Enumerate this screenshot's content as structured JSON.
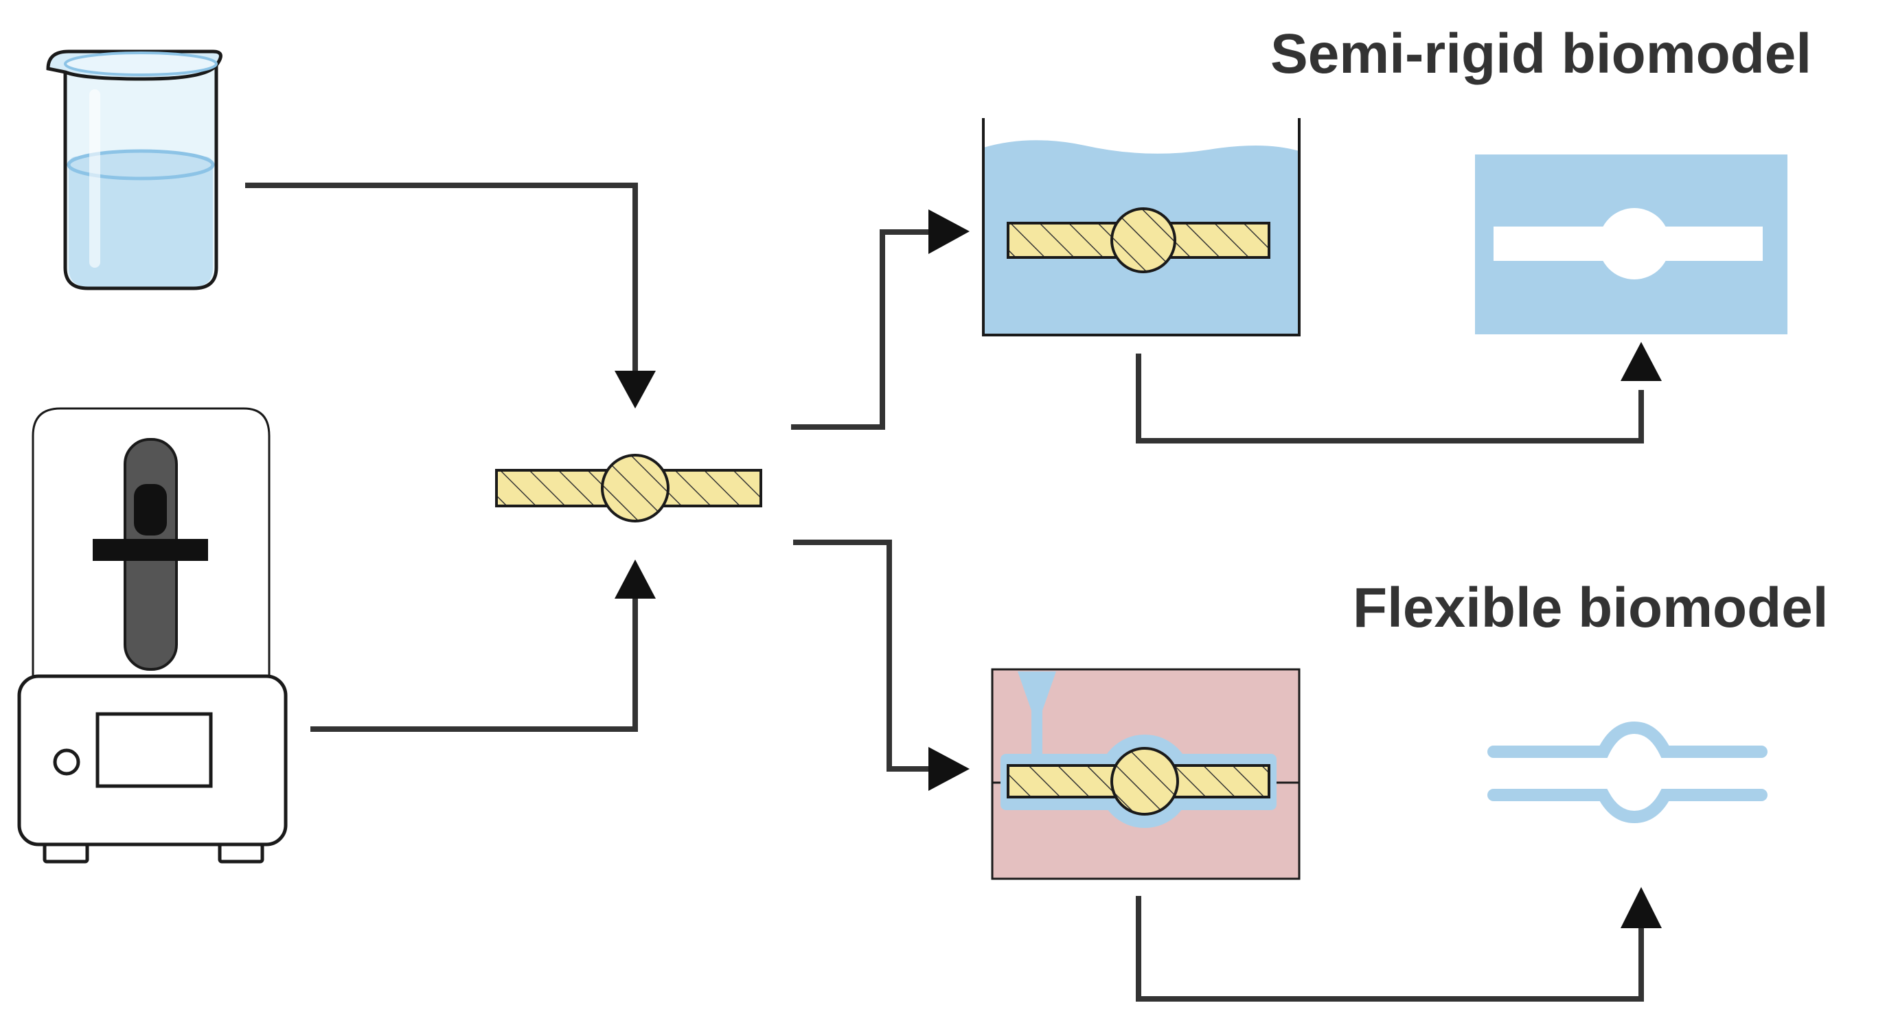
{
  "labels": {
    "semi_rigid": "Semi-rigid biomodel",
    "flexible": "Flexible biomodel"
  },
  "colors": {
    "liquid_blue": "#a9d0ea",
    "beaker_glass": "#d6ecf8",
    "beaker_rim": "#8cc3e6",
    "core_yellow": "#f5e7a0",
    "mold_pink": "#e4c0c0",
    "stroke": "#1a1a1a",
    "connector": "#333333",
    "label": "#333333"
  },
  "icons": [
    "beaker-icon",
    "3d-printer-icon",
    "printed-core-part",
    "dissolution-bath",
    "semi-rigid-biomodel-block",
    "silicone-casting-mold",
    "flexible-biomodel-vessel"
  ]
}
